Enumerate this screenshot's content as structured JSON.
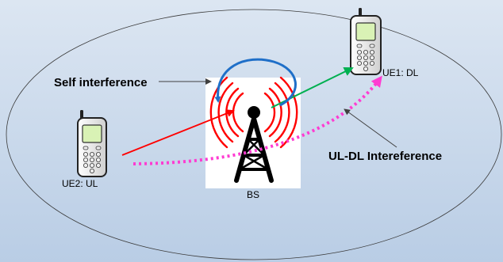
{
  "colors": {
    "background_gradient_top": "#dce6f2",
    "background_gradient_bottom": "#b9cde5",
    "ellipse_stroke": "#3a3a3a",
    "tower": "#000000",
    "radio_waves": "#ff0000",
    "self_interference_arrow": "#1f6fc8",
    "uplink_arrow": "#ff0000",
    "downlink_arrow": "#00b050",
    "ul_dl_interference_arrow": "#ff3cd2",
    "annotation_arrow": "#404040"
  },
  "icons": {
    "base_station": "radio-tower-icon",
    "ue1": "mobile-phone-icon",
    "ue2": "mobile-phone-icon"
  },
  "labels": {
    "self_interference": "Self interference",
    "ul_dl_interference": "UL-DL Intereference",
    "ue1": "UE1: DL",
    "ue2": "UE2: UL",
    "base_station": "BS"
  }
}
